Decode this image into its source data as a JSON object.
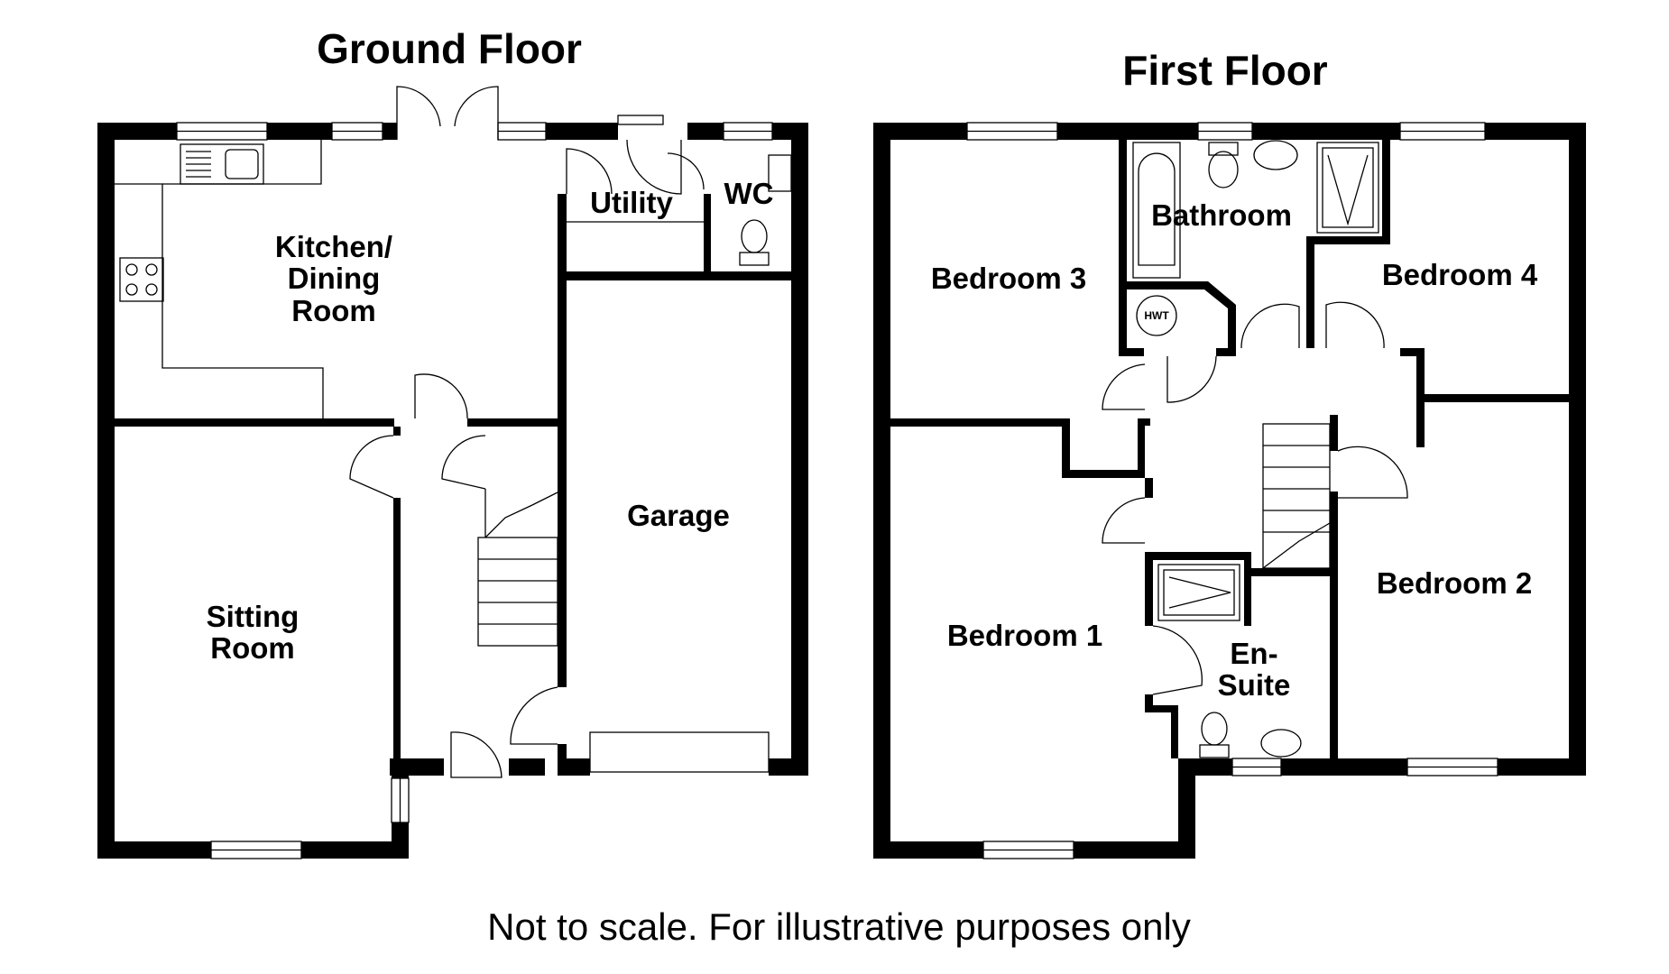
{
  "floors": {
    "ground": {
      "title": "Ground Floor",
      "rooms": {
        "kitchen_line1": "Kitchen/",
        "kitchen_line2": "Dining",
        "kitchen_line3": "Room",
        "utility": "Utility",
        "wc": "WC",
        "garage": "Garage",
        "sitting_line1": "Sitting",
        "sitting_line2": "Room"
      }
    },
    "first": {
      "title": "First Floor",
      "rooms": {
        "bedroom3": "Bedroom 3",
        "bathroom": "Bathroom",
        "bedroom4": "Bedroom 4",
        "hwt": "HWT",
        "bedroom2": "Bedroom 2",
        "bedroom1": "Bedroom 1",
        "ensuite_line1": "En-",
        "ensuite_line2": "Suite"
      }
    }
  },
  "footnote": "Not to scale. For illustrative purposes only"
}
